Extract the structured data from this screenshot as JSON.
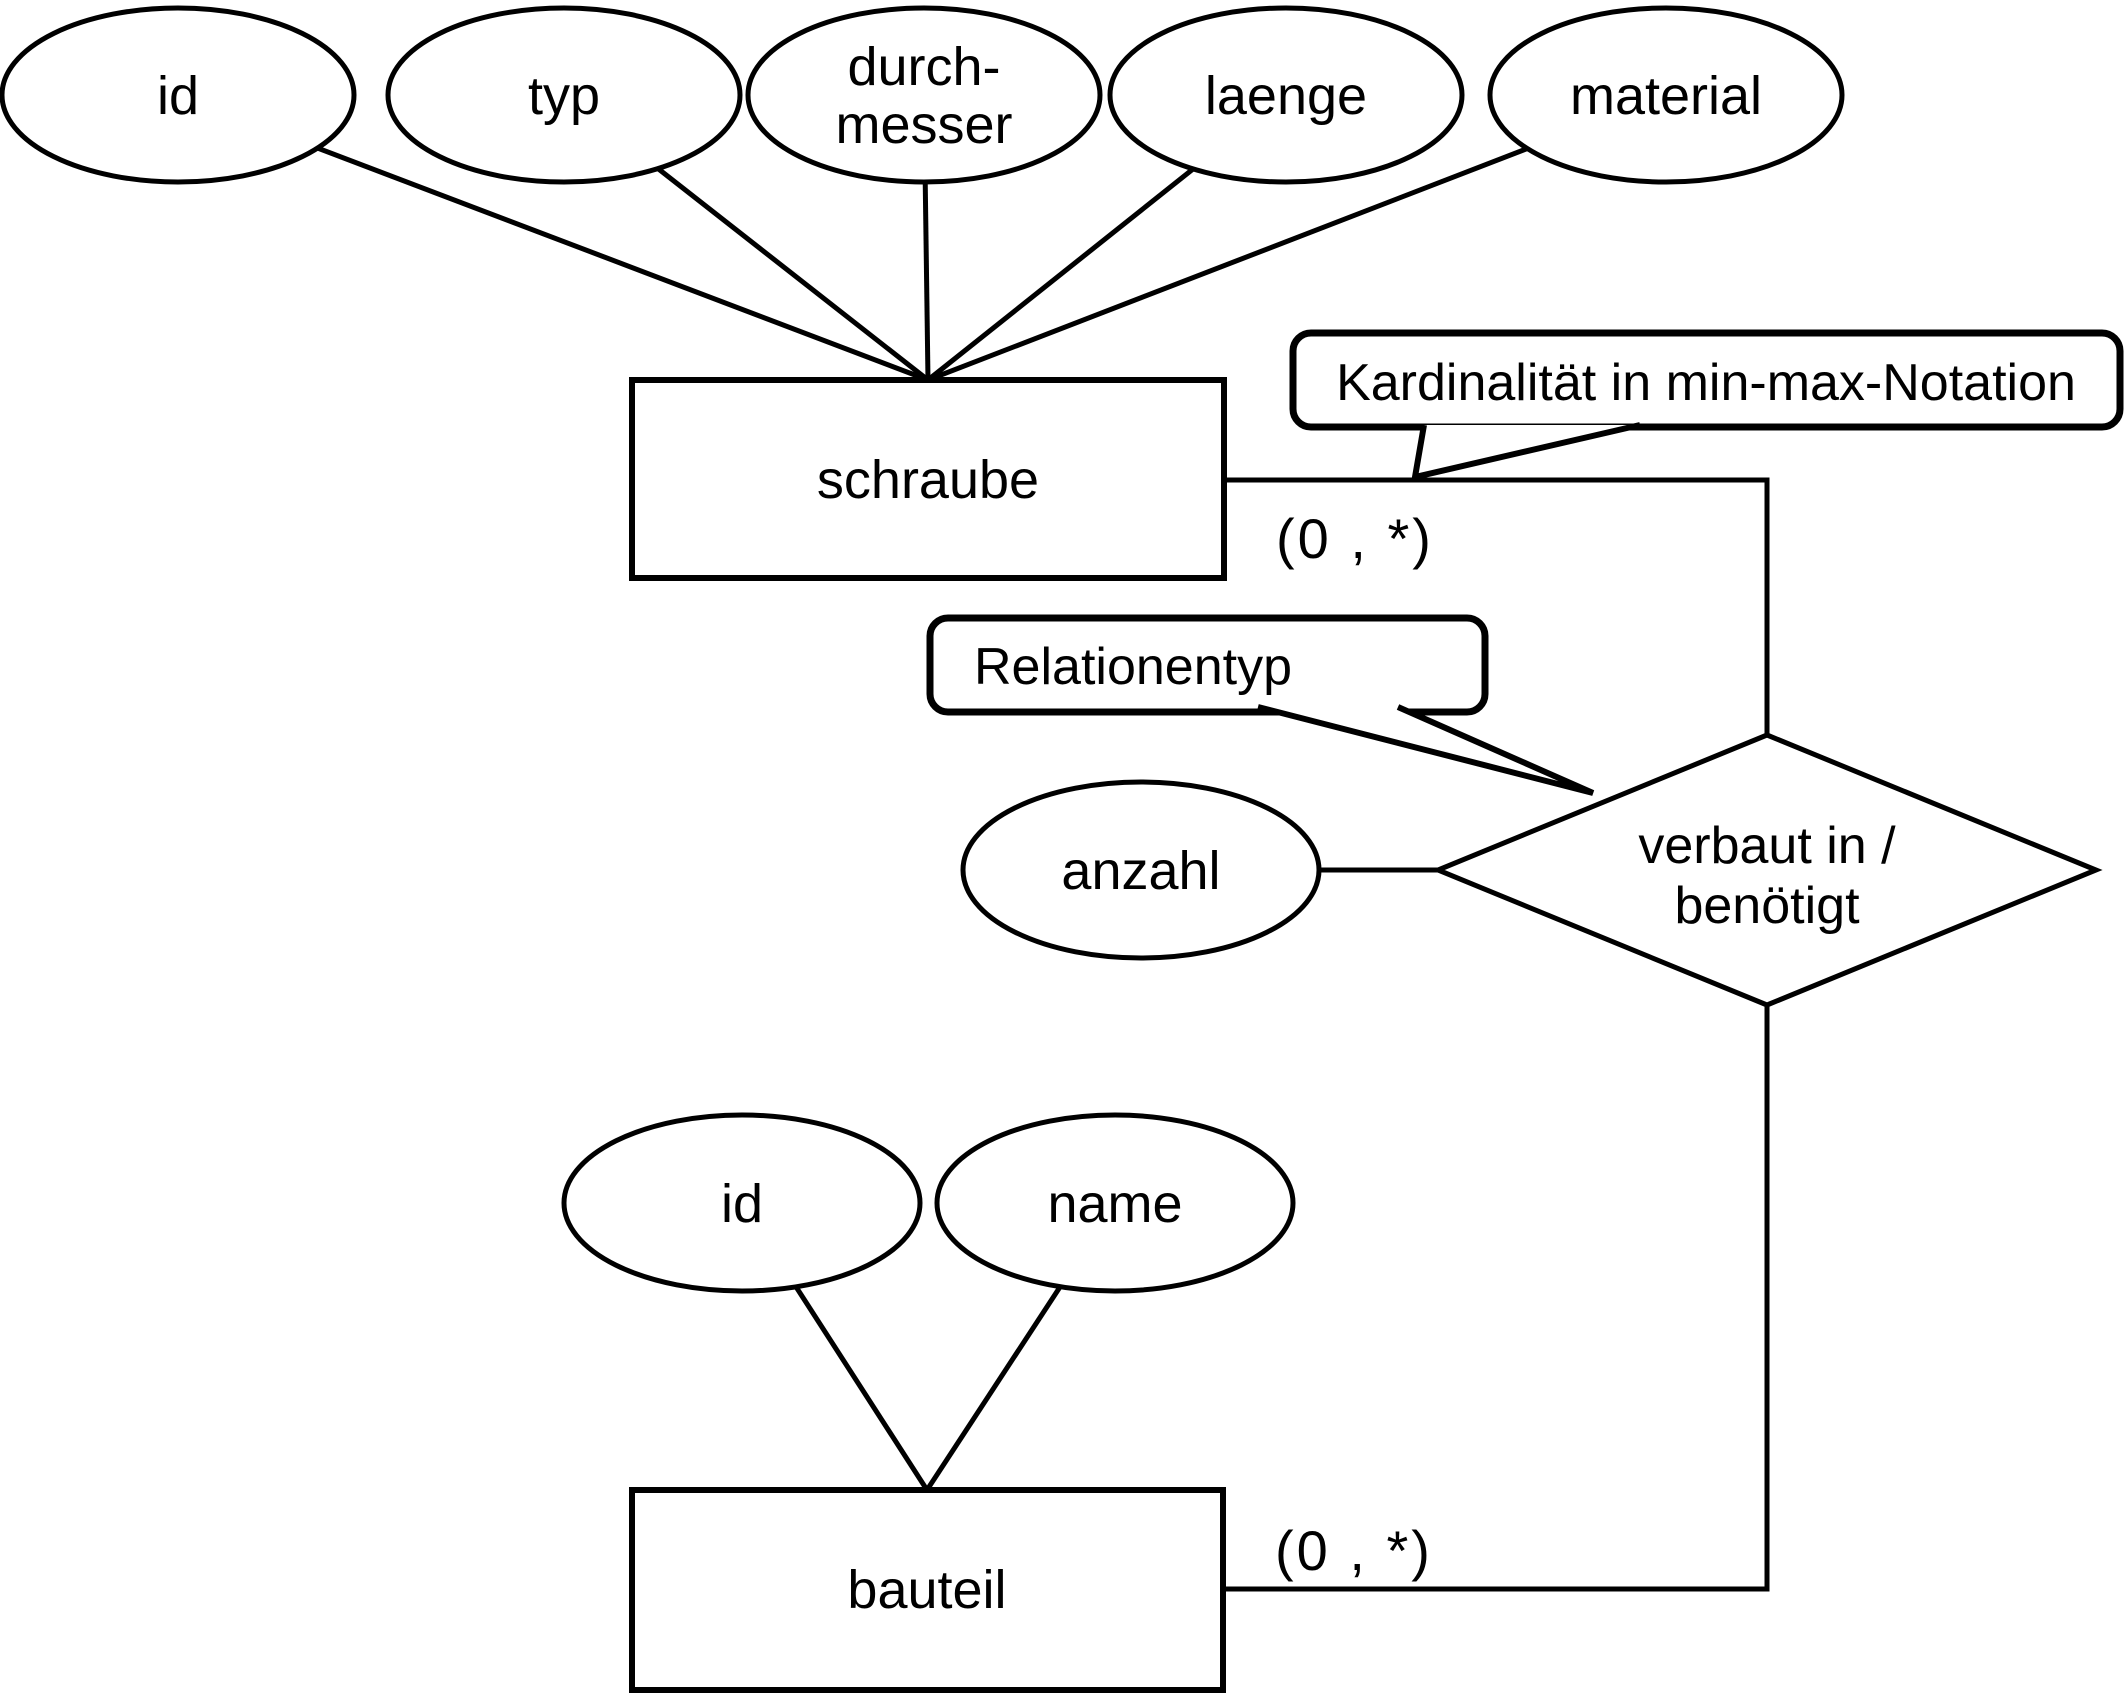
{
  "colors": {
    "background": "#ffffff",
    "stroke": "#000000",
    "fill": "#ffffff",
    "text": "#000000"
  },
  "entities": {
    "schraube": {
      "label": "schraube",
      "cardinality": "(0 , *)"
    },
    "bauteil": {
      "label": "bauteil",
      "cardinality": "(0 , *)"
    }
  },
  "relationship": {
    "name_line1": "verbaut in /",
    "name_line2": "benötigt"
  },
  "attributes": {
    "schraube_id": "id",
    "typ": "typ",
    "durchmesser_line1": "durch-",
    "durchmesser_line2": "messer",
    "laenge": "laenge",
    "material": "material",
    "anzahl": "anzahl",
    "bauteil_id": "id",
    "bauteil_name": "name"
  },
  "callouts": {
    "cardinality_note": "Kardinalität in min-max-Notation",
    "relation_note": "Relationentyp"
  }
}
